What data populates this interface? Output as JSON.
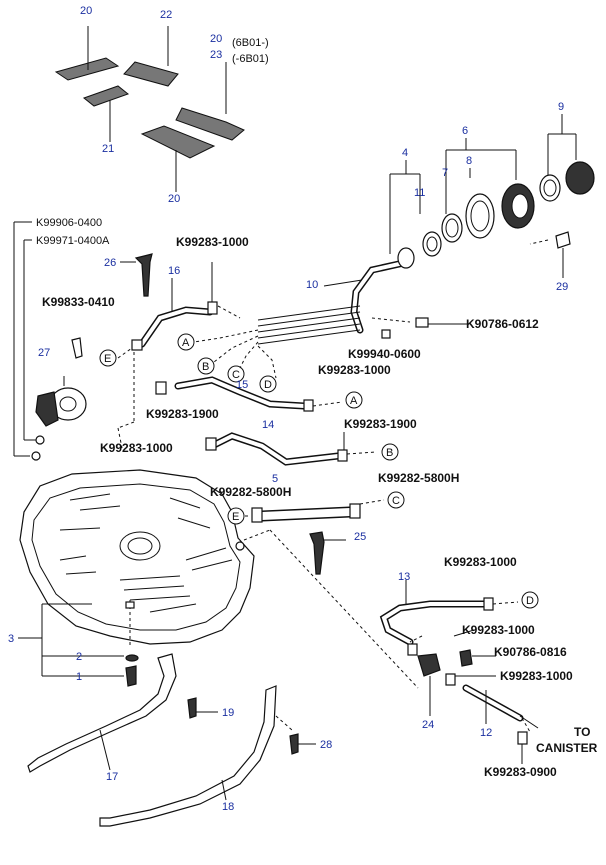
{
  "part_numbers": {
    "n20a": "20",
    "n22": "22",
    "n20b": "20",
    "n23": "23",
    "n21": "21",
    "n20c": "20",
    "n9": "9",
    "n6": "6",
    "n4": "4",
    "n7": "7",
    "n8": "8",
    "n11": "11",
    "n10": "10",
    "n29": "29",
    "n26": "26",
    "n16": "16",
    "n27": "27",
    "n15": "15",
    "n14": "14",
    "n5": "5",
    "n25": "25",
    "n13": "13",
    "n3": "3",
    "n2": "2",
    "n1": "1",
    "n19": "19",
    "n17": "17",
    "n28": "28",
    "n18": "18",
    "n24": "24",
    "n12": "12"
  },
  "codes": {
    "c_k99906": "K99906-0400",
    "c_k99971": "K99971-0400A",
    "c_k99283_top": "K99283-1000",
    "c_k99833": "K99833-0410",
    "c_k90786_0612": "K90786-0612",
    "c_k99940": "K99940-0600",
    "c_k99283_mid": "K99283-1000",
    "c_k99283_1900a": "K99283-1900",
    "c_k99283_1900b": "K99283-1900",
    "c_k99283_left": "K99283-1000",
    "c_k99282a": "K99282-5800H",
    "c_k99282b": "K99282-5800H",
    "c_k99283_r1": "K99283-1000",
    "c_k99283_r2": "K99283-1000",
    "c_k90786_0816": "K90786-0816",
    "c_k99283_r3": "K99283-1000",
    "c_k99283_0900": "K99283-0900"
  },
  "notes": {
    "variant_a": "(6B01-)",
    "variant_b": "(-6B01)",
    "to": "TO",
    "canister": "CANISTER"
  },
  "connector_letters": {
    "A1": "A",
    "A2": "A",
    "B1": "B",
    "B2": "B",
    "C1": "C",
    "C2": "C",
    "D1": "D",
    "D2": "D",
    "E1": "E",
    "E2": "E"
  }
}
